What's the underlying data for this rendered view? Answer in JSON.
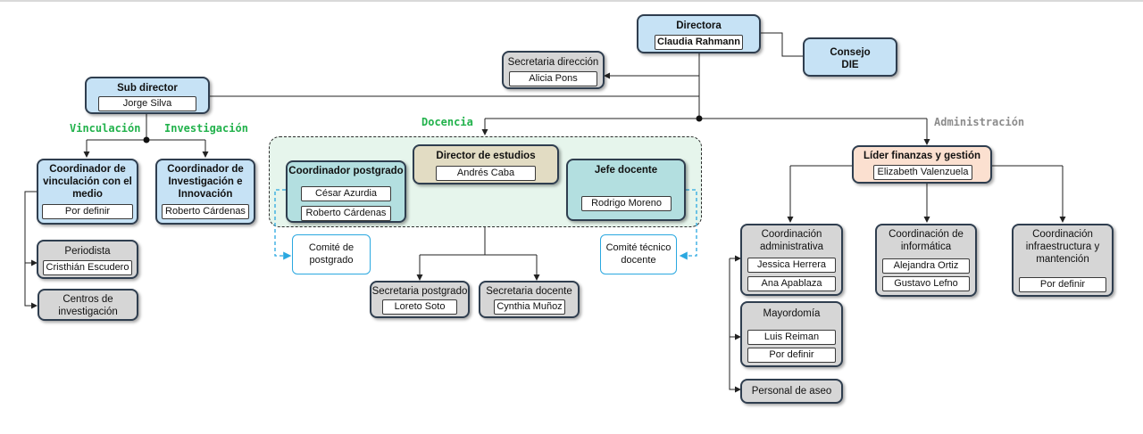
{
  "director": {
    "title": "Directora",
    "name": "Claudia Rahmann"
  },
  "consejo": {
    "line1": "Consejo",
    "line2": "DIE"
  },
  "secretaria_direccion": {
    "title": "Secretaria dirección",
    "name": "Alicia Pons"
  },
  "subdirector": {
    "title": "Sub director",
    "name": "Jorge Silva"
  },
  "labels": {
    "vinculacion": "Vinculación",
    "investigacion": "Investigación",
    "docencia": "Docencia",
    "administracion": "Administración"
  },
  "coord_vinculacion": {
    "title": "Coordinador de vinculación con el medio",
    "name": "Por definir"
  },
  "coord_investigacion": {
    "title": "Coordinador de Investigación e Innovación",
    "name": "Roberto Cárdenas"
  },
  "periodista": {
    "title": "Periodista",
    "name": "Cristhián Escudero"
  },
  "centros": {
    "title": "Centros de investigación"
  },
  "director_estudios": {
    "title": "Director de estudios",
    "name": "Andrés Caba"
  },
  "coord_postgrado": {
    "title": "Coordinador postgrado",
    "names": [
      "César Azurdia",
      "Roberto Cárdenas"
    ]
  },
  "jefe_docente": {
    "title": "Jefe docente",
    "name": "Rodrigo Moreno"
  },
  "comite_postgrado": {
    "title": "Comité de postgrado"
  },
  "comite_tecnico": {
    "title": "Comité técnico docente"
  },
  "secretaria_postgrado": {
    "title": "Secretaria postgrado",
    "name": "Loreto Soto"
  },
  "secretaria_docente": {
    "title": "Secretaria docente",
    "name": "Cynthia Muñoz"
  },
  "lider_finanzas": {
    "title": "Líder finanzas y gestión",
    "name": "Elizabeth Valenzuela"
  },
  "coord_administrativa": {
    "title": "Coordinación administrativa",
    "names": [
      "Jessica Herrera",
      "Ana Apablaza"
    ]
  },
  "mayordomia": {
    "title": "Mayordomía",
    "names": [
      "Luis Reiman",
      "Por definir"
    ]
  },
  "personal_aseo": {
    "title": "Personal de aseo"
  },
  "coord_informatica": {
    "title": "Coordinación de informática",
    "names": [
      "Alejandra Ortiz",
      "Gustavo Lefno"
    ]
  },
  "coord_infra": {
    "title": "Coordinación infraestructura y mantención",
    "name": "Por definir"
  },
  "colors": {
    "blue": "#c6e2f5",
    "gray": "#d6d6d6",
    "peach": "#fbe0d0",
    "teal": "#b3dfe0",
    "khaki": "#e2dcc3",
    "docencia_bg": "#e6f5ec",
    "label_green": "#22b24c",
    "committee_border": "#2aa8e0"
  }
}
